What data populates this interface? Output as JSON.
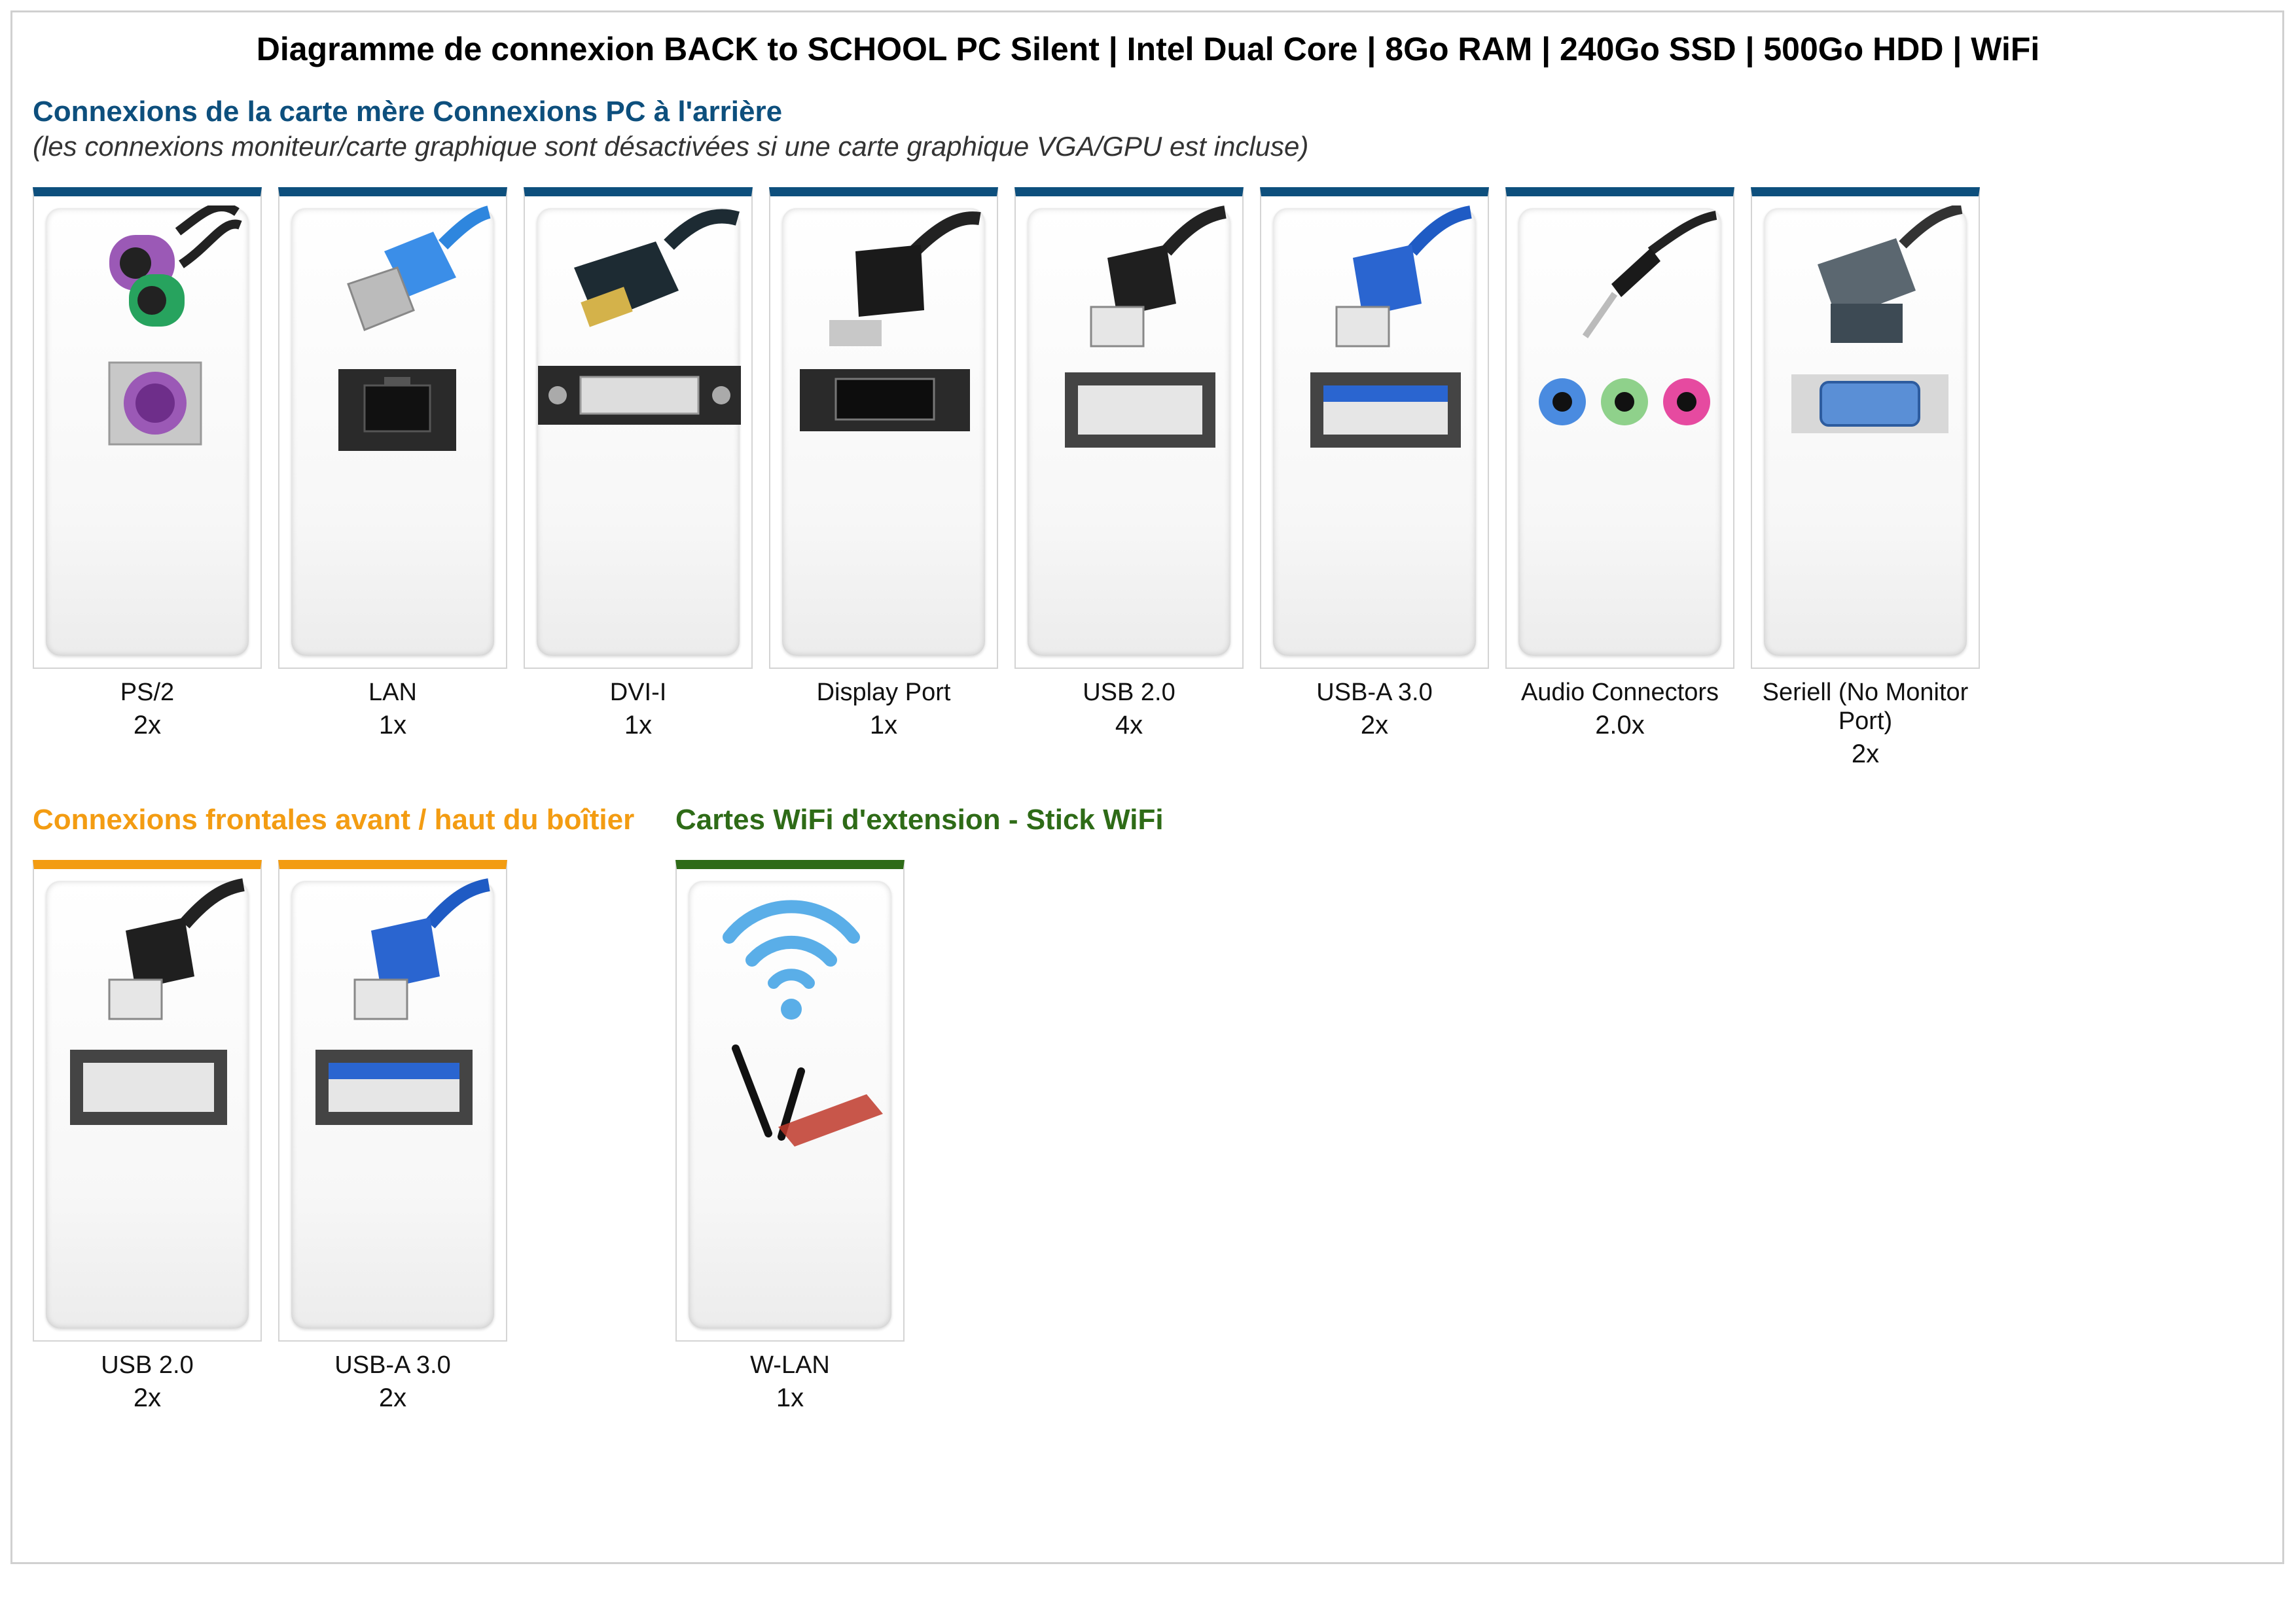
{
  "title": "Diagramme de connexion BACK to SCHOOL PC Silent | Intel Dual Core | 8Go RAM | 240Go SSD | 500Go HDD | WiFi",
  "rear": {
    "title": "Connexions de la carte mère Connexions PC à l'arrière",
    "subtitle": "(les connexions moniteur/carte graphique sont désactivées si une carte graphique VGA/GPU est incluse)",
    "items": [
      {
        "label": "PS/2",
        "qty": "2x",
        "icon": "ps2-connector-icon"
      },
      {
        "label": "LAN",
        "qty": "1x",
        "icon": "lan-connector-icon"
      },
      {
        "label": "DVI-I",
        "qty": "1x",
        "icon": "dvi-connector-icon"
      },
      {
        "label": "Display Port",
        "qty": "1x",
        "icon": "displayport-connector-icon"
      },
      {
        "label": "USB 2.0",
        "qty": "4x",
        "icon": "usb2-connector-icon"
      },
      {
        "label": "USB-A 3.0",
        "qty": "2x",
        "icon": "usb3-connector-icon"
      },
      {
        "label": "Audio Connectors",
        "qty": "2.0x",
        "icon": "audio-connector-icon"
      },
      {
        "label": "Seriell (No Monitor Port)",
        "qty": "2x",
        "icon": "serial-connector-icon"
      }
    ]
  },
  "front": {
    "title": "Connexions frontales avant / haut du boîtier",
    "items": [
      {
        "label": "USB 2.0",
        "qty": "2x",
        "icon": "usb2-connector-icon"
      },
      {
        "label": "USB-A 3.0",
        "qty": "2x",
        "icon": "usb3-connector-icon"
      }
    ]
  },
  "wifi": {
    "title": "Cartes WiFi d'extension - Stick WiFi",
    "items": [
      {
        "label": "W-LAN",
        "qty": "1x",
        "icon": "wifi-card-icon"
      }
    ]
  },
  "colors": {
    "rear_accent": "#0d4f7d",
    "front_accent": "#f39c12",
    "wifi_accent": "#2e6b17"
  }
}
